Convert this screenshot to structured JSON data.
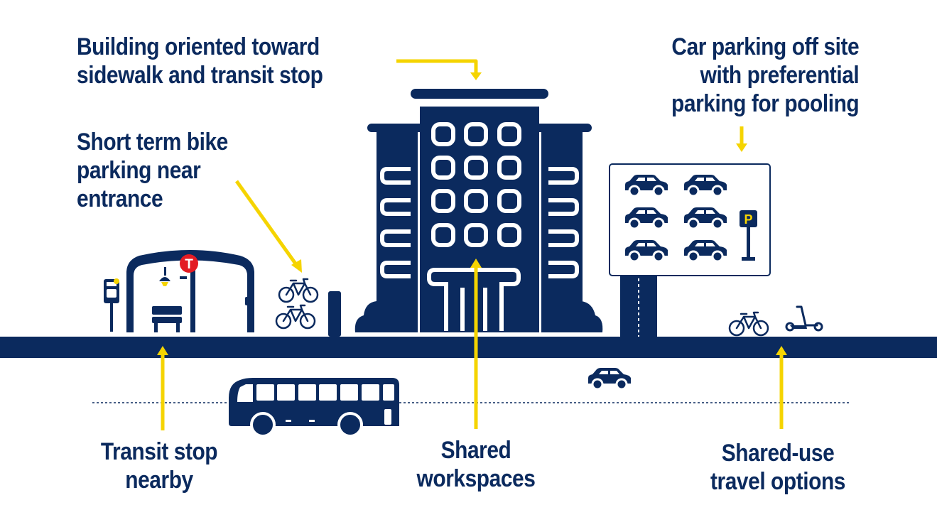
{
  "labels": {
    "building": "Building oriented toward\nsidewalk and transit stop",
    "car_parking": "Car parking off site\nwith preferential\nparking for pooling",
    "bike_parking": "Short term bike\nparking near\nentrance",
    "transit_stop": "Transit stop\nnearby",
    "shared_workspaces": "Shared\nworkspaces",
    "shared_use": "Shared-use\ntravel options"
  },
  "signs": {
    "transit_badge": "T",
    "parking_sign": "P"
  },
  "colors": {
    "navy": "#0b2a5e",
    "accent": "#f5d400",
    "transit_red": "#e31b23",
    "background": "#ffffff"
  },
  "icons": [
    "bus-stop-sign-icon",
    "bus-shelter-icon",
    "bicycle-icon",
    "office-building-icon",
    "tree-icon",
    "car-icon",
    "parking-sign-icon",
    "scooter-icon",
    "bus-icon",
    "arrow-icon"
  ]
}
